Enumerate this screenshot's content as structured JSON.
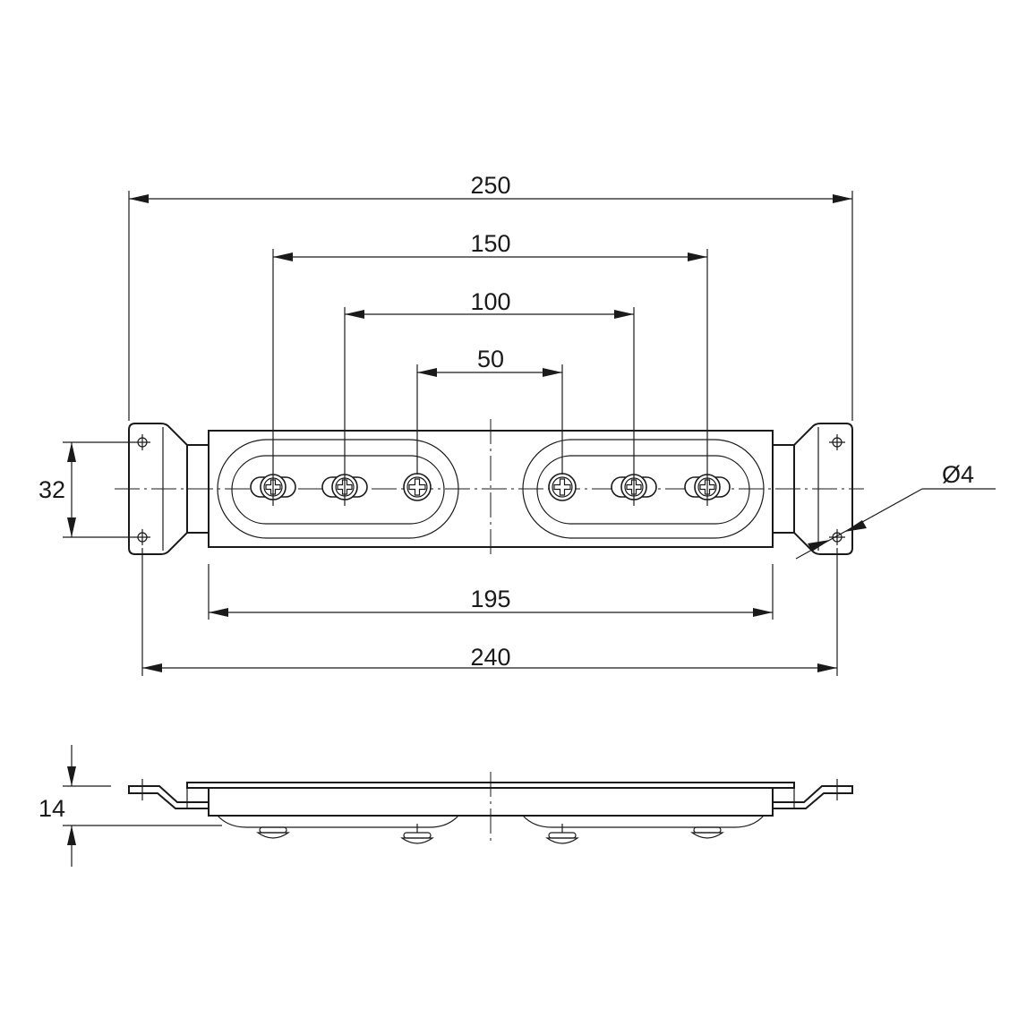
{
  "dimensions": {
    "overall_width": "250",
    "spacing_150": "150",
    "spacing_100": "100",
    "spacing_50": "50",
    "plate_width": "195",
    "hole_spacing": "240",
    "height": "32",
    "hole_diameter": "Ø4",
    "thickness": "14"
  },
  "colors": {
    "line": "#1a1a1a",
    "background": "#ffffff"
  }
}
